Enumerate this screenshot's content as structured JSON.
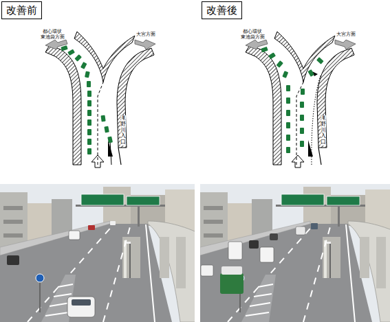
{
  "diagram": {
    "nodes": [
      {
        "text": [
          "改善前"
        ]
      },
      {
        "text": [
          "改善後"
        ]
      }
    ],
    "labels": [
      "都心環状 東池袋方面",
      "大宮方面",
      "滝野川入口",
      "都心環状 東池袋方面",
      "大宮方面",
      "滝野川入口"
    ]
  }
}
